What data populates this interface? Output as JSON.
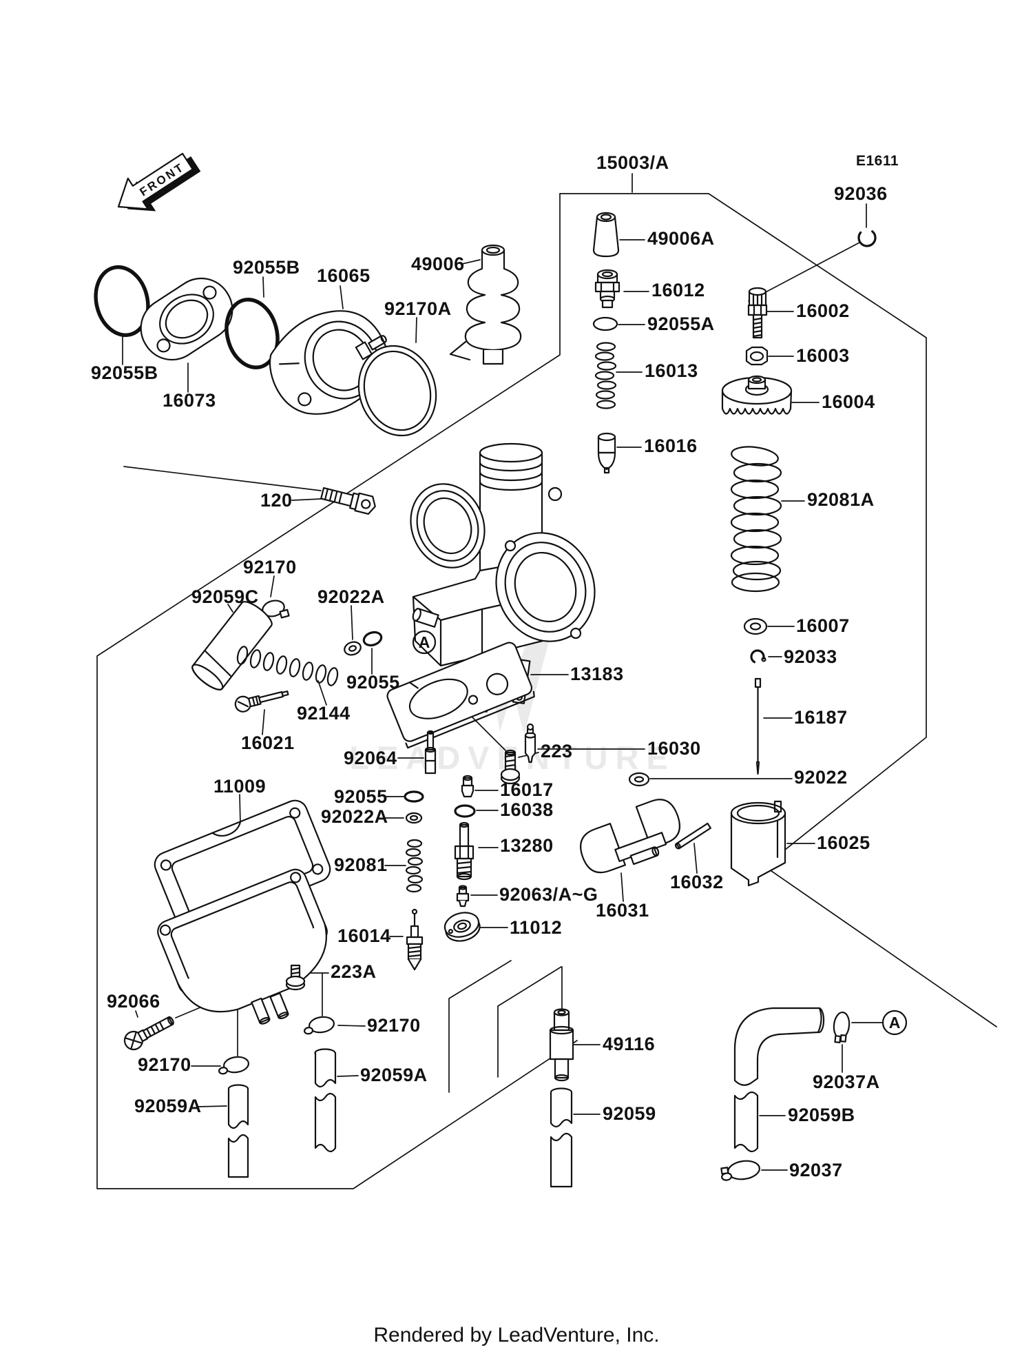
{
  "page": {
    "ref_code": "E1611",
    "watermark": "LEADVENTURE",
    "footer": "Rendered by LeadVenture, Inc.",
    "front_label": "FRONT",
    "callout_letter": "A"
  },
  "labels": [
    {
      "text": "15003/A"
    },
    {
      "text": "E1611"
    },
    {
      "text": "92036"
    },
    {
      "text": "49006A"
    },
    {
      "text": "16012"
    },
    {
      "text": "92055A"
    },
    {
      "text": "16002"
    },
    {
      "text": "16003"
    },
    {
      "text": "16013"
    },
    {
      "text": "16004"
    },
    {
      "text": "16016"
    },
    {
      "text": "92081A"
    },
    {
      "text": "92055B"
    },
    {
      "text": "16065"
    },
    {
      "text": "49006"
    },
    {
      "text": "92170A"
    },
    {
      "text": "92055B"
    },
    {
      "text": "16073"
    },
    {
      "text": "120"
    },
    {
      "text": "92170"
    },
    {
      "text": "92059C"
    },
    {
      "text": "92022A"
    },
    {
      "text": "92055"
    },
    {
      "text": "92144"
    },
    {
      "text": "16021"
    },
    {
      "text": "13183"
    },
    {
      "text": "92064"
    },
    {
      "text": "223"
    },
    {
      "text": "16030"
    },
    {
      "text": "16007"
    },
    {
      "text": "92033"
    },
    {
      "text": "16187"
    },
    {
      "text": "92022"
    },
    {
      "text": "16017"
    },
    {
      "text": "16038"
    },
    {
      "text": "11009"
    },
    {
      "text": "92055"
    },
    {
      "text": "92022A"
    },
    {
      "text": "92081"
    },
    {
      "text": "13280"
    },
    {
      "text": "92063/A~G"
    },
    {
      "text": "16014"
    },
    {
      "text": "11012"
    },
    {
      "text": "16031"
    },
    {
      "text": "16032"
    },
    {
      "text": "16025"
    },
    {
      "text": "223A"
    },
    {
      "text": "92066"
    },
    {
      "text": "92170"
    },
    {
      "text": "92059A"
    },
    {
      "text": "92170"
    },
    {
      "text": "92059A"
    },
    {
      "text": "49116"
    },
    {
      "text": "92059"
    },
    {
      "text": "92037A"
    },
    {
      "text": "92059B"
    },
    {
      "text": "92037"
    }
  ]
}
